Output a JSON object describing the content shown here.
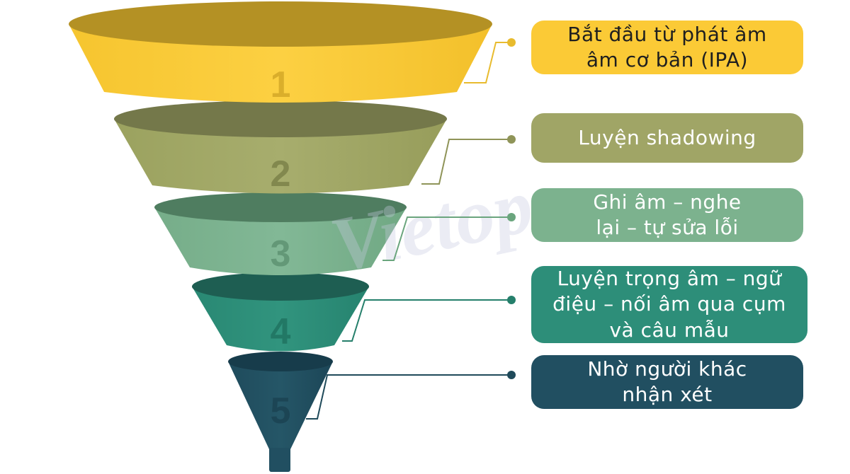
{
  "funnel": {
    "stages": [
      {
        "number": "1",
        "label_lines": [
          "Bắt đầu từ phát âm",
          "âm cơ bản (IPA)"
        ],
        "color": "#f8c935"
      },
      {
        "number": "2",
        "label_lines": [
          "Luyện shadowing"
        ],
        "color": "#a0a566"
      },
      {
        "number": "3",
        "label_lines": [
          "Ghi âm – nghe",
          "lại – tự sửa lỗi"
        ],
        "color": "#7cb28e"
      },
      {
        "number": "4",
        "label_lines": [
          "Luyện trọng âm – ngữ",
          "điệu – nối âm qua cụm",
          "và câu mẫu"
        ],
        "color": "#2d8e79"
      },
      {
        "number": "5",
        "label_lines": [
          "Nhờ người khác",
          "nhận xét"
        ],
        "color": "#214f61"
      }
    ]
  },
  "watermark": "Vietop"
}
